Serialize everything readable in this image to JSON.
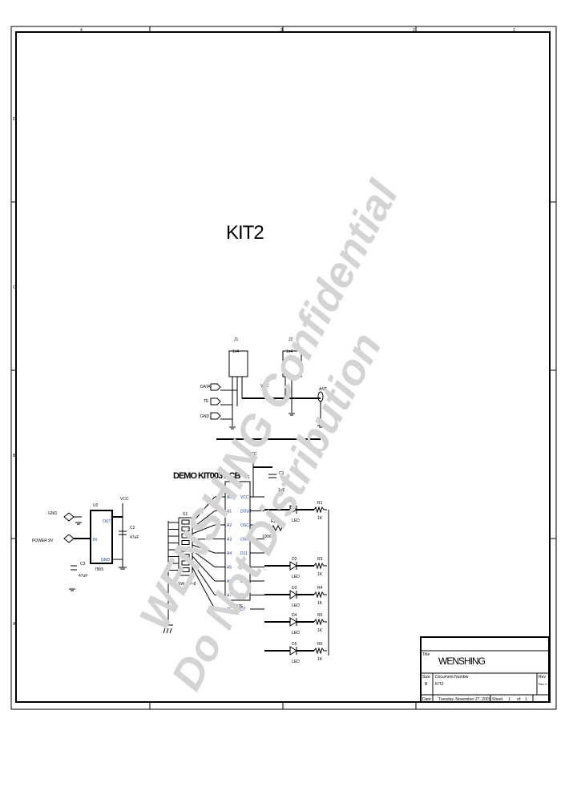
{
  "sheet": {
    "title": "KIT2",
    "subtitle": "DEMO KIT003 PCB",
    "border_letters": [
      "D",
      "C",
      "B",
      "A"
    ],
    "border_numbers": [
      "4",
      "3",
      "2",
      "1"
    ]
  },
  "watermark": {
    "line1": "WENSHING Confidential",
    "line2": "Do Not Distribution"
  },
  "top_circuit": {
    "j1": "J1",
    "j2": "J2",
    "j1_part": "1x4",
    "j2_part": "1x4",
    "inputs": [
      "DATA",
      "TE",
      "GND"
    ],
    "vcc_label": "VCC",
    "antenna": "ANT"
  },
  "power_circuit": {
    "u2": "U2",
    "part": "7805",
    "in_label": "IN",
    "out_label": "OUT",
    "gnd_label": "GND",
    "terminals": [
      "GND",
      "POWER 9V"
    ],
    "vcc_label": "VCC",
    "c2": "C2",
    "c2_value": "47uF",
    "c3": "C3",
    "c3_value": "47uF"
  },
  "main_circuit": {
    "u1": "U1",
    "part": "HT12E",
    "vcc_label": "VCC",
    "c1": "C1",
    "c1_value": "1uF",
    "left_pins": [
      "A0",
      "A1",
      "A2",
      "A3",
      "A4",
      "A5",
      "A6",
      "A7",
      "TE"
    ],
    "right_pins": [
      "VCC",
      "DOUT",
      "OSC1",
      "OSC2",
      "D11",
      "D10",
      "D9",
      "D8",
      "D7"
    ],
    "switch": "SW DIP-8",
    "switch_ref": "S1",
    "pot": "R2",
    "pot_value": "100K",
    "leds": [
      "D1",
      "D2",
      "D3",
      "D4",
      "D5"
    ],
    "led_label": "LED",
    "resistors": [
      "R1",
      "R3",
      "R4",
      "R5",
      "R6"
    ],
    "resistor_value": "1K"
  },
  "title_block": {
    "title_label": "Title",
    "title": "WENSHING",
    "size_label": "Size",
    "size": "B",
    "docnum_label": "Document Number",
    "docnum": "KIT2",
    "rev_label": "Rev",
    "rev": "Rev 0",
    "date_label": "Date:",
    "date": "Tuesday, November 27, 2001",
    "sheet_label": "Sheet",
    "sheet": "1",
    "of_label": "of",
    "of": "1"
  }
}
